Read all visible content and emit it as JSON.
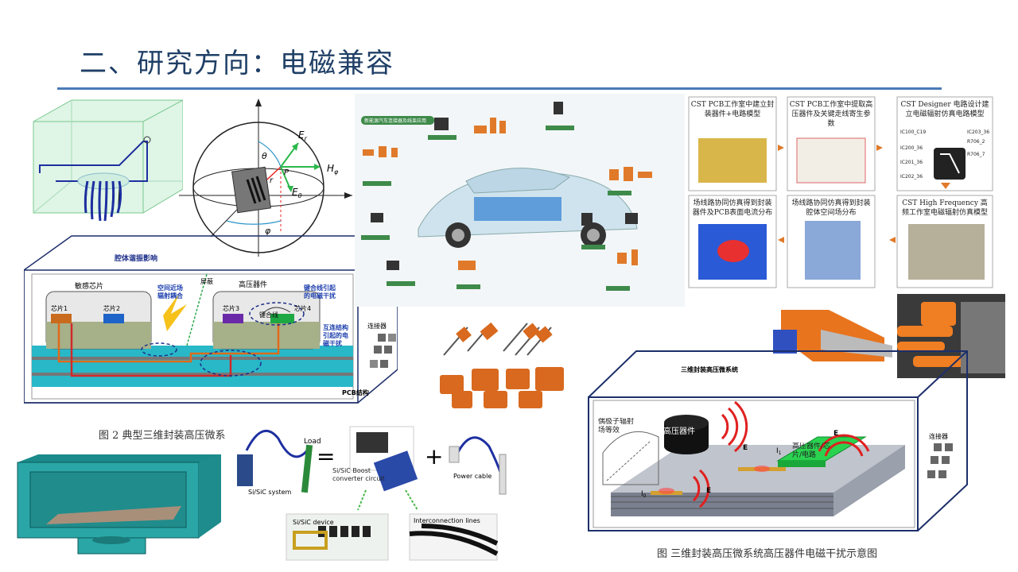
{
  "slide": {
    "title": "二、研究方向：电磁兼容"
  },
  "fig_3d_package": {
    "header": "腔体谐振影响",
    "sensitive_chip": "敏感芯片",
    "chip1": "芯片1",
    "chip2": "芯片2",
    "hv_device": "高压器件",
    "chip3": "芯片3",
    "chip4": "芯片4",
    "near_field": "空间近场\n辐射耦合",
    "shield": "屏蔽",
    "bond_wire": "键合线",
    "bond_interference": "键合线引起\n的电磁干扰",
    "interconnect_interference": "互连结构\n引起的电\n磁干扰",
    "connector": "连接器",
    "pcb": "PCB结构",
    "caption": "图 2  典型三维封装高压微系"
  },
  "fig_sphere": {
    "e_r": "E",
    "e_r_sub": "r",
    "h_phi": "H",
    "h_phi_sub": "φ",
    "e_theta": "E",
    "e_theta_sub": "θ",
    "theta": "θ",
    "phi": "φ",
    "rho": "P",
    "r": "r"
  },
  "fig_vehicle": {
    "banner": "新能源汽车连接器及线束应用"
  },
  "fig_workflow": {
    "step1": "CST PCB工作室中建立封装器件+电路模型",
    "step2": "CST PCB工作室中提取高压器件及关键走线寄生参数",
    "step3": "CST Designer 电路设计建立电磁辐射仿真电路模型",
    "step4": "CST High Frequency 高频工作室电磁辐射仿真模型",
    "step5": "场线路协同仿真得到封装腔体空间场分布",
    "step6": "场线路协同仿真得到封装器件及PCB表面电流分布",
    "ic_left": [
      "IC100_C19",
      "IC200_36",
      "IC201_36",
      "IC202_36"
    ],
    "ic_right": [
      "IC203_36",
      "R706_2",
      "R706_7"
    ]
  },
  "fig_system": {
    "load": "Load",
    "sic_system": "Si/SiC system",
    "boost": "Si/SiC Boost\nconverter circuit",
    "power_cable": "Power cable",
    "sic_device": "Si/SiC device",
    "interconnection": "Interconnection lines",
    "eq": "=",
    "plus": "+"
  },
  "fig_hv_micro": {
    "header": "三维封装高压微系统",
    "dipole": "偶极子辐射\n场等效",
    "hv_device": "高压器件",
    "e1": "E",
    "e2": "E",
    "e3": "E",
    "i1": "I",
    "i1_sub": "1",
    "i0": "I",
    "i0_sub": "0",
    "board": "高压器件/芯\n片/电路",
    "connector": "连接器",
    "caption": "图  三维封装高压微系统高压器件电磁干扰示意图"
  },
  "colors": {
    "accent": "#1f3f66",
    "rule": "#4a7ab5",
    "teal": "#2aa6a6",
    "orange": "#e07a2a",
    "green": "#27c04a"
  }
}
